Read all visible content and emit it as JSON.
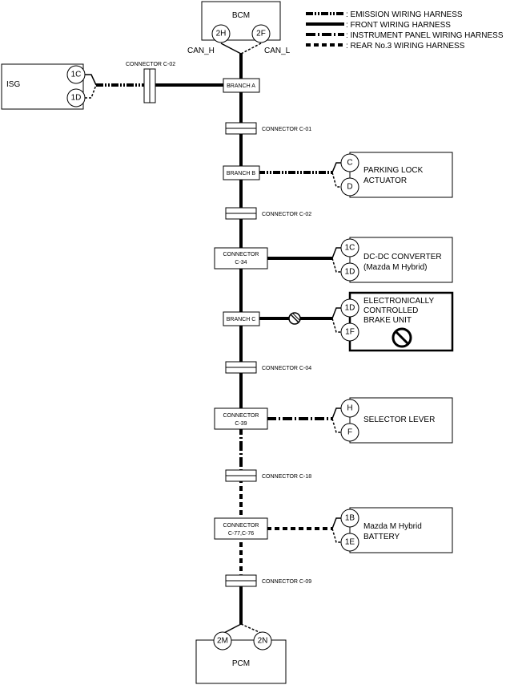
{
  "legend": [
    {
      "style": "emission",
      "label": ": EMISSION WIRING HARNESS"
    },
    {
      "style": "front",
      "label": ": FRONT WIRING HARNESS"
    },
    {
      "style": "ip",
      "label": ": INSTRUMENT PANEL WIRING HARNESS"
    },
    {
      "style": "rear",
      "label": ": REAR No.3 WIRING HARNESS"
    }
  ],
  "bcm": {
    "label": "BCM",
    "pin_h": "2H",
    "pin_l": "2F",
    "can_h": "CAN_H",
    "can_l": "CAN_L"
  },
  "isg": {
    "label": "ISG",
    "pin_h": "1C",
    "pin_l": "1D",
    "connector": "CONNECTOR C-02"
  },
  "trunk": {
    "branch_a": "BRANCH A",
    "c01": "CONNECTOR C-01",
    "branch_b": "BRANCH B",
    "c02": "CONNECTOR C-02",
    "c34_line1": "CONNECTOR",
    "c34_line2": "C-34",
    "branch_c": "BRANCH C",
    "c04": "CONNECTOR C-04",
    "c39_line1": "CONNECTOR",
    "c39_line2": "C-39",
    "c18": "CONNECTOR C-18",
    "c77_line1": "CONNECTOR",
    "c77_line2": "C-77,C-76",
    "c09": "CONNECTOR C-09"
  },
  "parking": {
    "line1": "PARKING LOCK",
    "line2": "ACTUATOR",
    "pin_h": "C",
    "pin_l": "D"
  },
  "dcdc": {
    "line1": "DC-DC CONVERTER",
    "line2": "(Mazda M Hybrid)",
    "pin_h": "1C",
    "pin_l": "1D"
  },
  "brake": {
    "line1": "ELECTRONICALLY",
    "line2": "CONTROLLED",
    "line3": "BRAKE UNIT",
    "pin_h": "1D",
    "pin_l": "1F"
  },
  "selector": {
    "label": "SELECTOR LEVER",
    "pin_h": "H",
    "pin_l": "F"
  },
  "battery": {
    "line1": "Mazda M Hybrid",
    "line2": "BATTERY",
    "pin_h": "1B",
    "pin_l": "1E"
  },
  "pcm": {
    "label": "PCM",
    "pin_h": "2M",
    "pin_l": "2N"
  }
}
